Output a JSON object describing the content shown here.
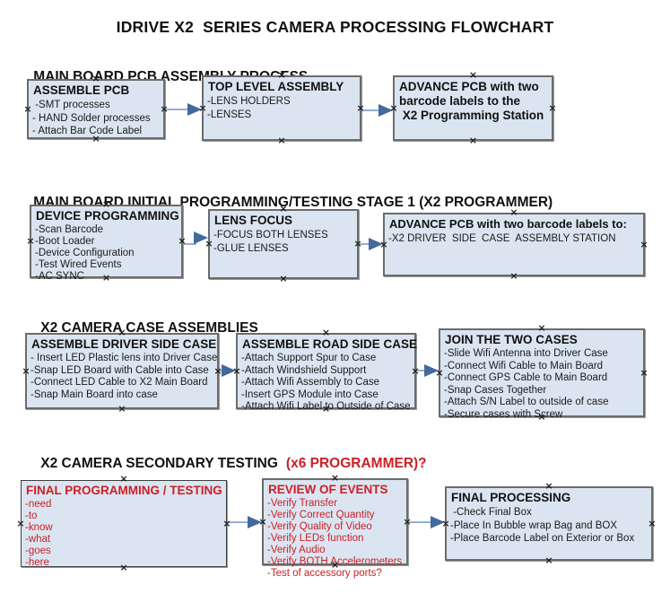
{
  "title": "IDRIVE X2  SERIES CAMERA PROCESSING FLOWCHART",
  "colors": {
    "box_fill": "#dbe5f1",
    "box_border": "#6b6b6b",
    "red_text": "#cb2026",
    "arrow_line": "#94aed0",
    "arrow_head": "#44699d",
    "black_text": "#1a1a1a"
  },
  "sections": [
    {
      "heading": "MAIN BOARD PCB ASSEMBLY PROCESS",
      "boxes": [
        {
          "title": "ASSEMBLE PCB",
          "items": [
            " -SMT processes",
            "- HAND Solder processes",
            "- Attach Bar Code Label"
          ]
        },
        {
          "title": "TOP LEVEL ASSEMBLY",
          "items": [
            "-LENS HOLDERS",
            "-LENSES"
          ]
        },
        {
          "title": "ADVANCE PCB with two\nbarcode labels to the\n X2 Programming Station",
          "items": []
        }
      ]
    },
    {
      "heading": "MAIN BOARD INITIAL PROGRAMMING/TESTING STAGE 1 (X2 PROGRAMMER)",
      "boxes": [
        {
          "title": "DEVICE PROGRAMMING",
          "items": [
            "-Scan Barcode",
            "-Boot Loader",
            "-Device Configuration",
            "-Test Wired Events",
            "-AC SYNC"
          ]
        },
        {
          "title": "LENS FOCUS",
          "items": [
            "-FOCUS BOTH LENSES",
            "-GLUE LENSES"
          ]
        },
        {
          "title": "ADVANCE PCB with two barcode labels to:",
          "items": [
            "-X2 DRIVER  SIDE  CASE  ASSEMBLY STATION"
          ]
        }
      ]
    },
    {
      "heading": "X2 CAMERA CASE ASSEMBLIES",
      "boxes": [
        {
          "title": "ASSEMBLE DRIVER SIDE CASE",
          "items": [
            "- Insert LED Plastic lens into Driver Case",
            "-Snap LED Board with Cable into Case",
            "-Connect LED Cable to X2 Main Board",
            "-Snap Main Board into case"
          ]
        },
        {
          "title": "ASSEMBLE ROAD SIDE CASE",
          "items": [
            "-Attach Support Spur to Case",
            "-Attach Windshield Support",
            "-Attach Wifi Assembly to Case",
            "-Insert GPS Module into Case",
            "-Attach Wifi Label to Outside of Case"
          ]
        },
        {
          "title": "JOIN THE TWO CASES",
          "items": [
            "-Slide Wifi Antenna into Driver Case",
            "-Connect Wifi Cable to Main Board",
            "-Connect GPS Cable to Main Board",
            "-Snap Cases Together",
            "-Attach S/N Label to outside of case",
            "-Secure cases with Screw"
          ]
        }
      ]
    },
    {
      "heading": "X2 CAMERA SECONDARY TESTING",
      "heading_accent": "(x6 PROGRAMMER)?",
      "boxes": [
        {
          "title": "FINAL PROGRAMMING / TESTING",
          "items": [
            "-need",
            "-to",
            "-know",
            "-what",
            "-goes",
            "-here"
          ]
        },
        {
          "title": "REVIEW OF EVENTS",
          "items": [
            "-Verify Transfer",
            "-Verify Correct Quantity",
            "-Verify Quality of Video",
            "-Verify LEDs function",
            "-Verify Audio",
            "-Verify BOTH Accelerometers",
            "-Test of accessory ports?"
          ]
        },
        {
          "title": "FINAL PROCESSING",
          "items": [
            " -Check Final Box",
            "-Place In Bubble wrap Bag and BOX",
            "-Place Barcode Label on Exterior or Box"
          ]
        }
      ]
    }
  ]
}
